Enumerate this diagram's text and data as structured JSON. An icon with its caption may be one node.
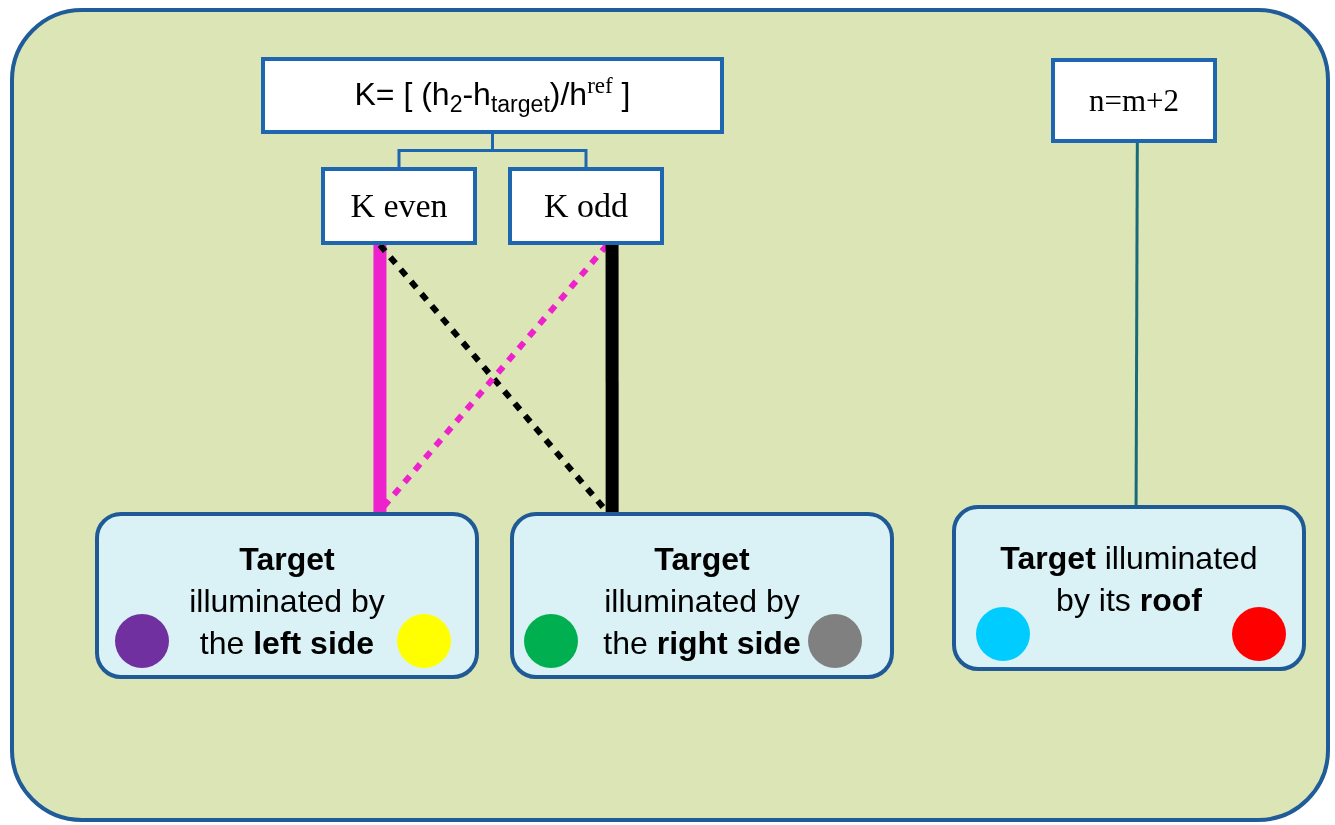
{
  "diagram": {
    "nodes": [
      {
        "text": [],
        "shape": "box"
      },
      {
        "text": [
          "K= [ (h$_{2}$-h$_{target}$)/h$^{ref}$ ]"
        ],
        "in": 0
      },
      {
        "text": [
          "K even"
        ],
        "in": 0
      },
      {
        "text": [
          "K odd"
        ],
        "in": 0
      },
      {
        "text": [
          "n=m+2"
        ],
        "in": 0
      },
      {
        "text": [
          "**Target** illuminated by the **left side**"
        ],
        "in": 0
      },
      {
        "text": [
          "**Target** illuminated by the **right side**"
        ],
        "in": 0
      },
      {
        "text": [
          "**Target** illuminated by its **roof**"
        ],
        "in": 0
      }
    ],
    "edges": [
      {
        "from": 1,
        "to": 2,
        "arrow": "none"
      },
      {
        "from": 1,
        "to": 3,
        "arrow": "none"
      },
      {
        "from": 2,
        "to": 5,
        "arrow": "none",
        "style": "thick",
        "color": "#ee22cc"
      },
      {
        "from": 2,
        "to": 6,
        "arrow": "none",
        "style": "dashed",
        "color": "#000000"
      },
      {
        "from": 3,
        "to": 5,
        "arrow": "none",
        "style": "dashed",
        "color": "#ee22cc"
      },
      {
        "from": 3,
        "to": 6,
        "arrow": "none",
        "style": "thick",
        "color": "#000000"
      },
      {
        "from": 4,
        "to": 7,
        "arrow": "none",
        "color": "#1a6b7a"
      }
    ]
  }
}
